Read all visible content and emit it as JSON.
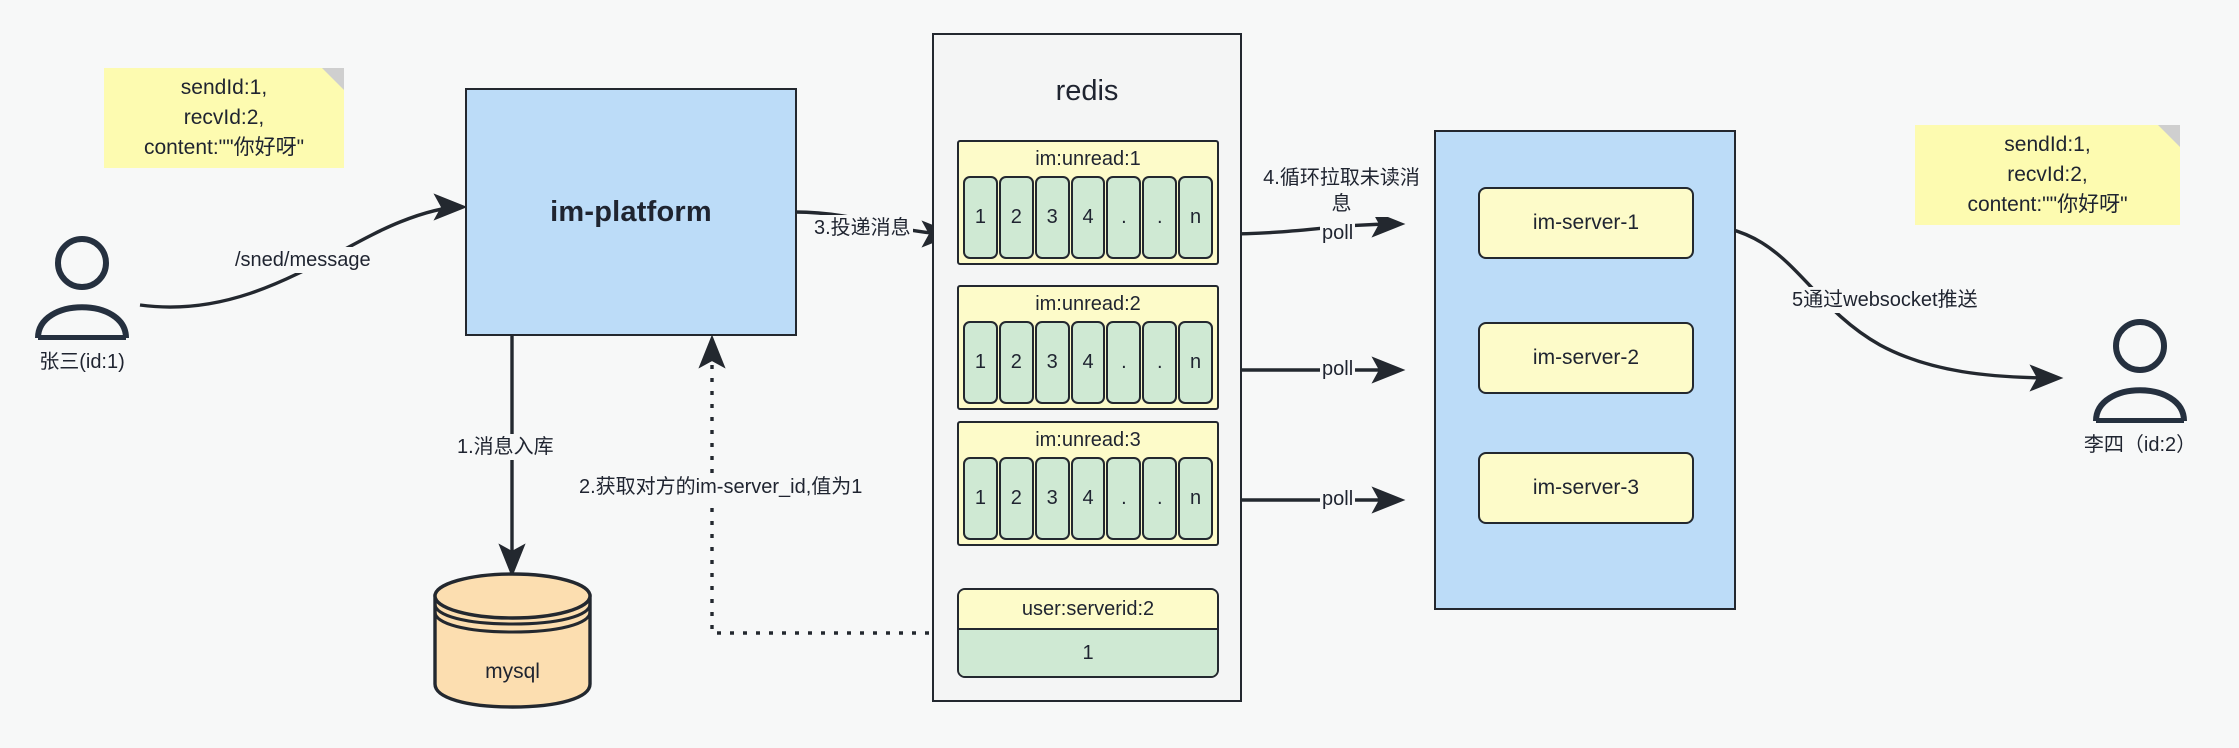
{
  "diagram": {
    "title": "IM message delivery architecture",
    "colors": {
      "background": "#f7f8f8",
      "note_yellow": "#fdfbb0",
      "blue_fill": "#bcdcf8",
      "yellow_fill": "#fdfbc9",
      "green_fill": "#cfe9d3",
      "orange_fill": "#fcdeb0",
      "stroke": "#23282f",
      "text": "#1f2430"
    }
  },
  "notes": [
    {
      "id": "note-left",
      "text": "sendId:1,\nrecvId:2,\ncontent:\"\"你好呀\""
    },
    {
      "id": "note-right",
      "text": "sendId:1,\nrecvId:2,\ncontent:\"\"你好呀\""
    }
  ],
  "actors": [
    {
      "id": "sender",
      "name": "张三(id:1)"
    },
    {
      "id": "receiver",
      "name": "李四（id:2）"
    }
  ],
  "nodes": {
    "platform": {
      "label": "im-platform"
    },
    "mysql": {
      "label": "mysql"
    },
    "redis": {
      "label": "redis"
    },
    "server_group": {
      "label": ""
    }
  },
  "redis_keys": [
    {
      "key": "im:unread:1",
      "cells": [
        "1",
        "2",
        "3",
        "4",
        ".",
        ".",
        "n"
      ]
    },
    {
      "key": "im:unread:2",
      "cells": [
        "1",
        "2",
        "3",
        "4",
        ".",
        ".",
        "n"
      ]
    },
    {
      "key": "im:unread:3",
      "cells": [
        "1",
        "2",
        "3",
        "4",
        ".",
        ".",
        "n"
      ]
    }
  ],
  "redis_kv": {
    "key": "user:serverid:2",
    "value": "1"
  },
  "servers": [
    {
      "label": "im-server-1"
    },
    {
      "label": "im-server-2"
    },
    {
      "label": "im-server-3"
    }
  ],
  "edge_labels": {
    "send_message": "/sned/message",
    "step1": "1.消息入库",
    "step2": "2.获取对方的im-server_id,值为1",
    "step3": "3.投递消息",
    "step4": "4.循环拉取未读消\n息",
    "poll1": "poll",
    "poll2": "poll",
    "poll3": "poll",
    "step5": "5通过websocket推送"
  }
}
